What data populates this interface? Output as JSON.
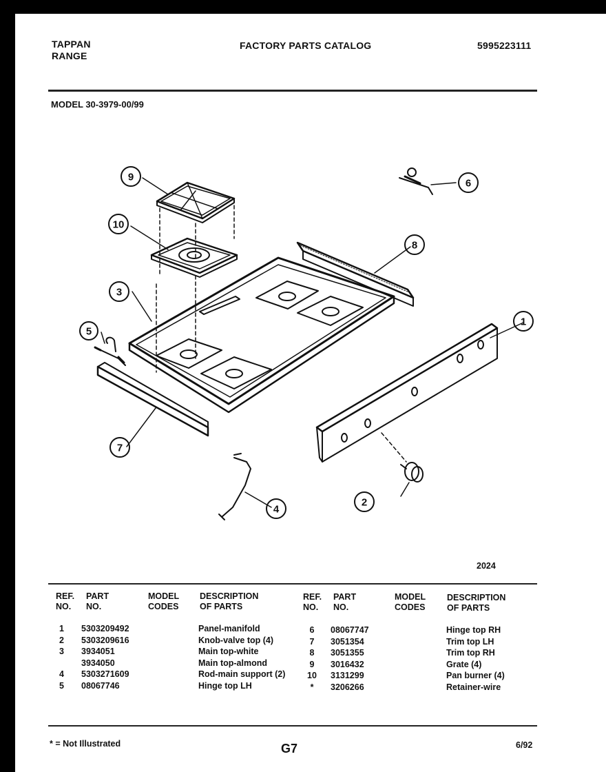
{
  "header": {
    "brand_line1": "TAPPAN",
    "brand_line2": "RANGE",
    "catalog_title": "FACTORY PARTS CATALOG",
    "catalog_number": "5995223111",
    "model": "MODEL 30-3979-00/99"
  },
  "diagram": {
    "figure_id": "2024",
    "callouts": [
      "1",
      "2",
      "3",
      "4",
      "5",
      "6",
      "7",
      "8",
      "9",
      "10"
    ]
  },
  "table": {
    "headers": {
      "ref": "REF.\nNO.",
      "part": "PART\nNO.",
      "model": "MODEL\nCODES",
      "desc": "DESCRIPTION\nOF PARTS"
    },
    "left_rows": [
      {
        "ref": "1",
        "part": "5303209492",
        "desc": "Panel-manifold"
      },
      {
        "ref": "2",
        "part": "5303209616",
        "desc": "Knob-valve top (4)"
      },
      {
        "ref": "3",
        "part": "3934051",
        "desc": "Main top-white"
      },
      {
        "ref": "",
        "part": "3934050",
        "desc": "Main top-almond"
      },
      {
        "ref": "4",
        "part": "5303271609",
        "desc": "Rod-main support (2)"
      },
      {
        "ref": "5",
        "part": "08067746",
        "desc": "Hinge top LH"
      }
    ],
    "right_rows": [
      {
        "ref": "6",
        "part": "08067747",
        "desc": "Hinge top RH"
      },
      {
        "ref": "7",
        "part": "3051354",
        "desc": "Trim top LH"
      },
      {
        "ref": "8",
        "part": "3051355",
        "desc": "Trim top RH"
      },
      {
        "ref": "9",
        "part": "3016432",
        "desc": "Grate (4)"
      },
      {
        "ref": "10",
        "part": "3131299",
        "desc": "Pan burner (4)"
      },
      {
        "ref": "*",
        "part": "3206266",
        "desc": "Retainer-wire"
      }
    ]
  },
  "footer": {
    "note": "* = Not Illustrated",
    "page": "G7",
    "date": "6/92"
  }
}
